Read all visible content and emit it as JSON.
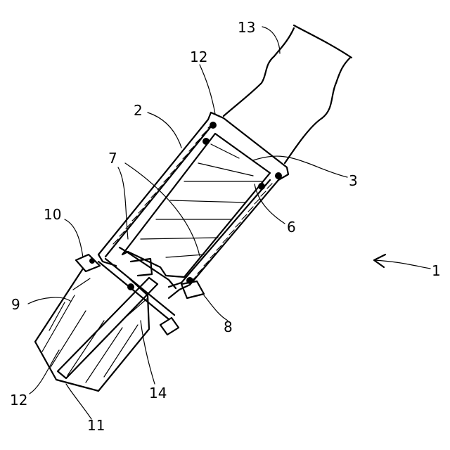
{
  "figure": {
    "reference_numerals": {
      "assembly": "1",
      "housing": "2",
      "block": "3",
      "seal": "6",
      "tip": "7",
      "flange_lower": "8",
      "body": "9",
      "flange_upper": "10",
      "rod": "11",
      "cap_top": "12",
      "cap_bottom": "12",
      "hose": "13",
      "joint": "14"
    }
  }
}
